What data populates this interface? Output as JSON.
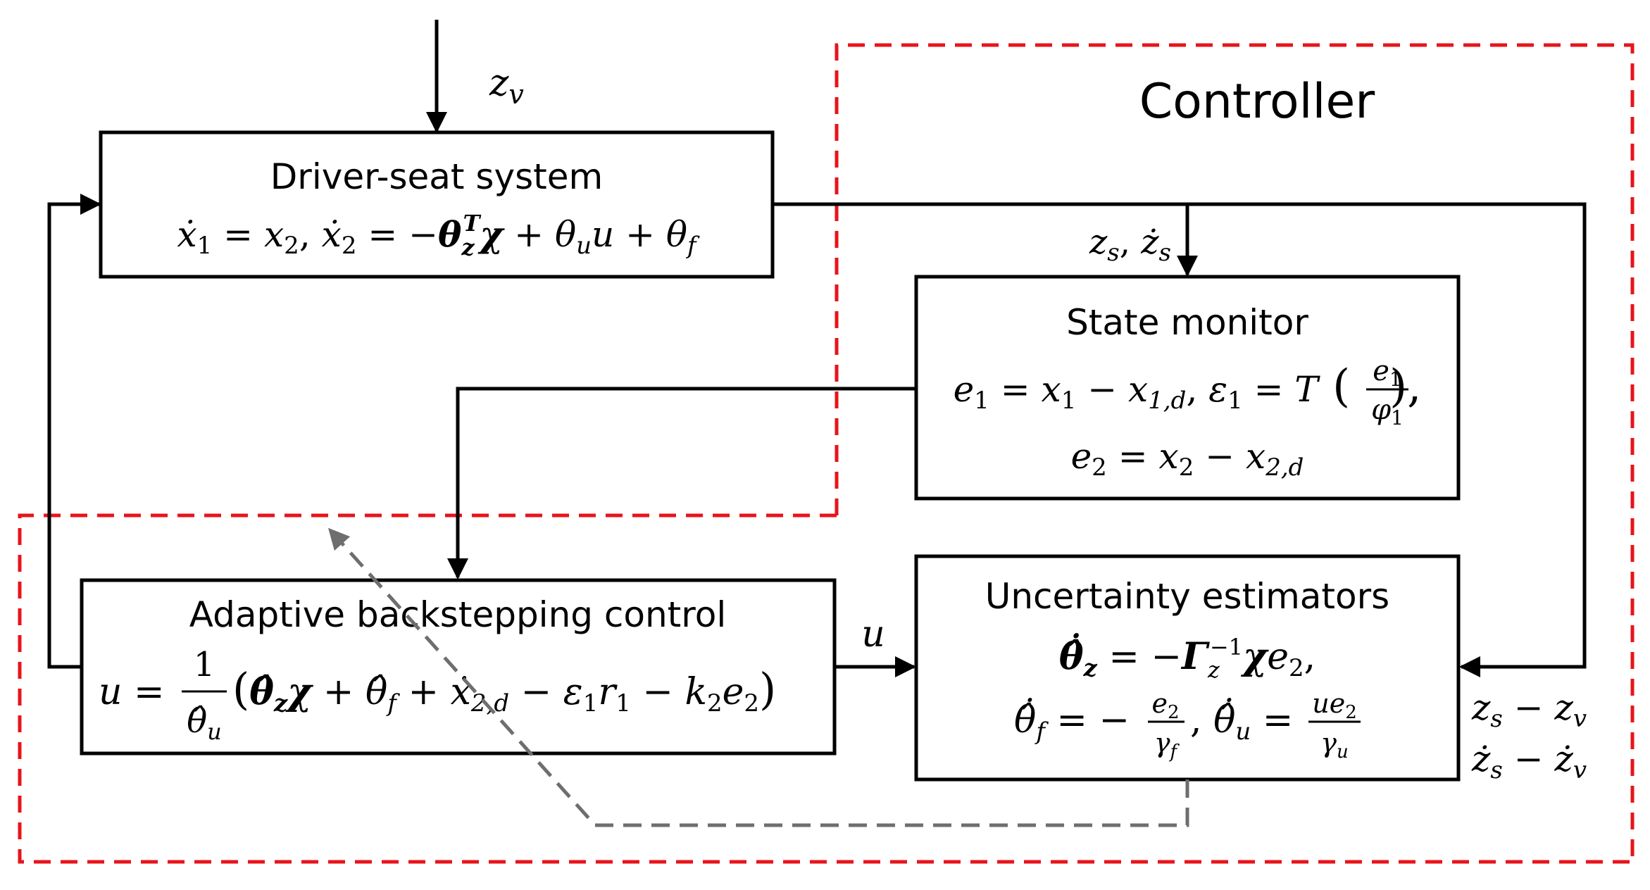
{
  "diagram": {
    "controller_title": "Controller",
    "input_signal": "z",
    "input_signal_sub": "v",
    "driver_seat": {
      "title": "Driver-seat system"
    },
    "state_monitor": {
      "title": "State monitor"
    },
    "adaptive_control": {
      "title": "Adaptive backstepping control"
    },
    "uncertainty_estimators": {
      "title": "Uncertainty estimators"
    },
    "control_signal": "u",
    "colors": {
      "box_stroke": "#000000",
      "controller_border": "#e8141b",
      "feedback_dashed": "#6e6e6e"
    }
  }
}
